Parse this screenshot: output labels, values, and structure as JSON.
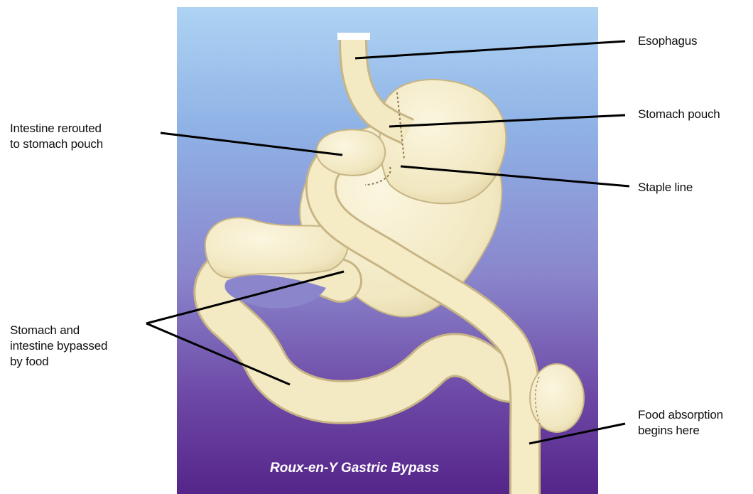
{
  "title": "Roux-en-Y Gastric Bypass",
  "labels": {
    "esophagus": "Esophagus",
    "stomach_pouch": "Stomach pouch",
    "staple_line": "Staple line",
    "intestine_rerouted": "Intestine rerouted\nto stomach pouch",
    "bypassed": "Stomach and\nintestine bypassed\nby food",
    "absorption": "Food absorption\nbegins here"
  },
  "colors": {
    "background_top": "#a9cdf0",
    "background_mid": "#8c8fd0",
    "background_bottom": "#5a2a8f",
    "organ_fill": "#f4ecc8",
    "organ_outline": "#c9b88a",
    "leader_line": "#000000"
  }
}
